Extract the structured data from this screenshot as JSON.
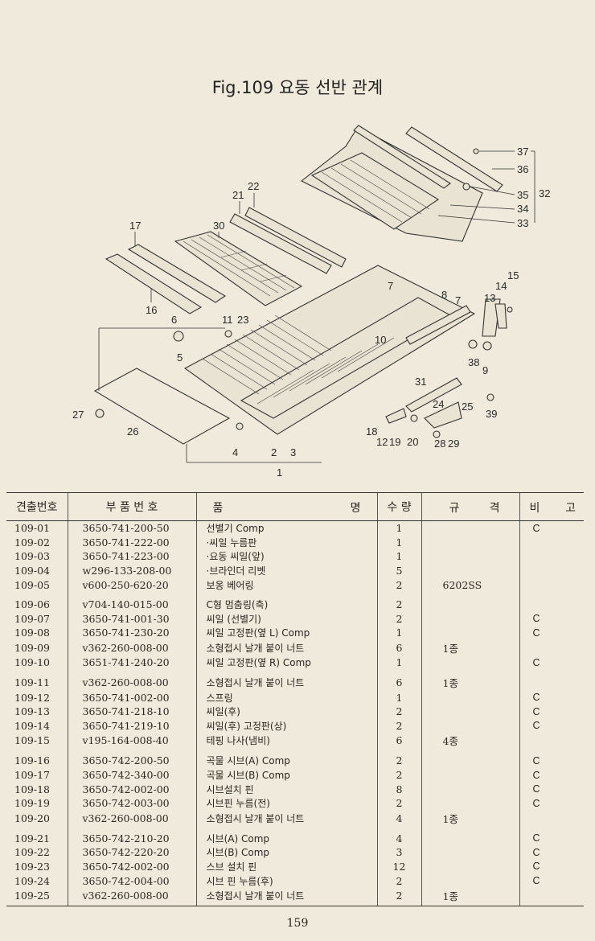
{
  "title": "Fig.109 요동 선반 관계",
  "callouts": {
    "c37": "37",
    "c36": "36",
    "c35": "35",
    "c32": "32",
    "c34": "34",
    "c33": "33",
    "c22": "22",
    "c21": "21",
    "c30": "30",
    "c17": "17",
    "c16": "16",
    "c6": "6",
    "c11": "11",
    "c23": "23",
    "c5": "5",
    "c7a": "7",
    "c10": "10",
    "c8": "8",
    "c7b": "7",
    "c14": "14",
    "c15": "15",
    "c13": "13",
    "c38": "38",
    "c9": "9",
    "c31": "31",
    "c24": "24",
    "c25": "25",
    "c39": "39",
    "c27": "27",
    "c26": "26",
    "c4": "4",
    "c2": "2",
    "c3": "3",
    "c1": "1",
    "c18": "18",
    "c12": "12",
    "c19": "19",
    "c20": "20",
    "c28": "28",
    "c29": "29"
  },
  "table": {
    "headers": {
      "no": "견출번호",
      "part_number": "부 품 번 호",
      "name_left": "품",
      "name_right": "명",
      "qty": "수 량",
      "spec_left": "규",
      "spec_right": "격",
      "remark_left": "비",
      "remark_right": "고"
    },
    "rows": [
      {
        "no": "109-01",
        "pn": "3650-741-200-50",
        "name": "선별기 Comp",
        "qty": "1",
        "spec": "",
        "remark": "C"
      },
      {
        "no": "109-02",
        "pn": "3650-741-222-00",
        "name": "·씨일 누름판",
        "qty": "1",
        "spec": "",
        "remark": ""
      },
      {
        "no": "109-03",
        "pn": "3650-741-223-00",
        "name": "·요동 씨일(앞)",
        "qty": "1",
        "spec": "",
        "remark": ""
      },
      {
        "no": "109-04",
        "pn": "w296-133-208-00",
        "name": "·브라인더 리벳",
        "qty": "5",
        "spec": "",
        "remark": ""
      },
      {
        "no": "109-05",
        "pn": "v600-250-620-20",
        "name": "보옹 베어링",
        "qty": "2",
        "spec": "6202SS",
        "remark": ""
      },
      {
        "no": "109-06",
        "pn": "v704-140-015-00",
        "name": "C형 멈춤링(축)",
        "qty": "2",
        "spec": "",
        "remark": ""
      },
      {
        "no": "109-07",
        "pn": "3650-741-001-30",
        "name": "씨일 (선별기)",
        "qty": "2",
        "spec": "",
        "remark": "C"
      },
      {
        "no": "109-08",
        "pn": "3650-741-230-20",
        "name": "씨일 고정판(옆 L) Comp",
        "qty": "1",
        "spec": "",
        "remark": "C"
      },
      {
        "no": "109-09",
        "pn": "v362-260-008-00",
        "name": "소형접시 날개 붙이 너트",
        "qty": "6",
        "spec": "1종",
        "remark": ""
      },
      {
        "no": "109-10",
        "pn": "3651-741-240-20",
        "name": "씨일 고정판(옆 R) Comp",
        "qty": "1",
        "spec": "",
        "remark": "C"
      },
      {
        "no": "109-11",
        "pn": "v362-260-008-00",
        "name": "소형접시 날개 붙이 너트",
        "qty": "6",
        "spec": "1종",
        "remark": ""
      },
      {
        "no": "109-12",
        "pn": "3650-741-002-00",
        "name": "스프링",
        "qty": "1",
        "spec": "",
        "remark": "C"
      },
      {
        "no": "109-13",
        "pn": "3650-741-218-10",
        "name": "씨일(후)",
        "qty": "2",
        "spec": "",
        "remark": "C"
      },
      {
        "no": "109-14",
        "pn": "3650-741-219-10",
        "name": "씨일(후) 고정판(상)",
        "qty": "2",
        "spec": "",
        "remark": "C"
      },
      {
        "no": "109-15",
        "pn": "v195-164-008-40",
        "name": "테핑 나사(냄비)",
        "qty": "6",
        "spec": "4종",
        "remark": ""
      },
      {
        "no": "109-16",
        "pn": "3650-742-200-50",
        "name": "곡물 시브(A) Comp",
        "qty": "2",
        "spec": "",
        "remark": "C"
      },
      {
        "no": "109-17",
        "pn": "3650-742-340-00",
        "name": "곡물 시브(B) Comp",
        "qty": "2",
        "spec": "",
        "remark": "C"
      },
      {
        "no": "109-18",
        "pn": "3650-742-002-00",
        "name": "시브설치 핀",
        "qty": "8",
        "spec": "",
        "remark": "C"
      },
      {
        "no": "109-19",
        "pn": "3650-742-003-00",
        "name": "시브핀 누름(전)",
        "qty": "2",
        "spec": "",
        "remark": "C"
      },
      {
        "no": "109-20",
        "pn": "v362-260-008-00",
        "name": "소형접시 날개 붙이 너트",
        "qty": "4",
        "spec": "1종",
        "remark": ""
      },
      {
        "no": "109-21",
        "pn": "3650-742-210-20",
        "name": "시브(A) Comp",
        "qty": "4",
        "spec": "",
        "remark": "C"
      },
      {
        "no": "109-22",
        "pn": "3650-742-220-20",
        "name": "시브(B) Comp",
        "qty": "3",
        "spec": "",
        "remark": "C"
      },
      {
        "no": "109-23",
        "pn": "3650-742-002-00",
        "name": "스브 설치 핀",
        "qty": "12",
        "spec": "",
        "remark": "C"
      },
      {
        "no": "109-24",
        "pn": "3650-742-004-00",
        "name": "시브 핀 누름(후)",
        "qty": "2",
        "spec": "",
        "remark": "C"
      },
      {
        "no": "109-25",
        "pn": "v362-260-008-00",
        "name": "소형접시 날개 붙이 너트",
        "qty": "2",
        "spec": "1종",
        "remark": ""
      }
    ]
  },
  "page_number": "159"
}
